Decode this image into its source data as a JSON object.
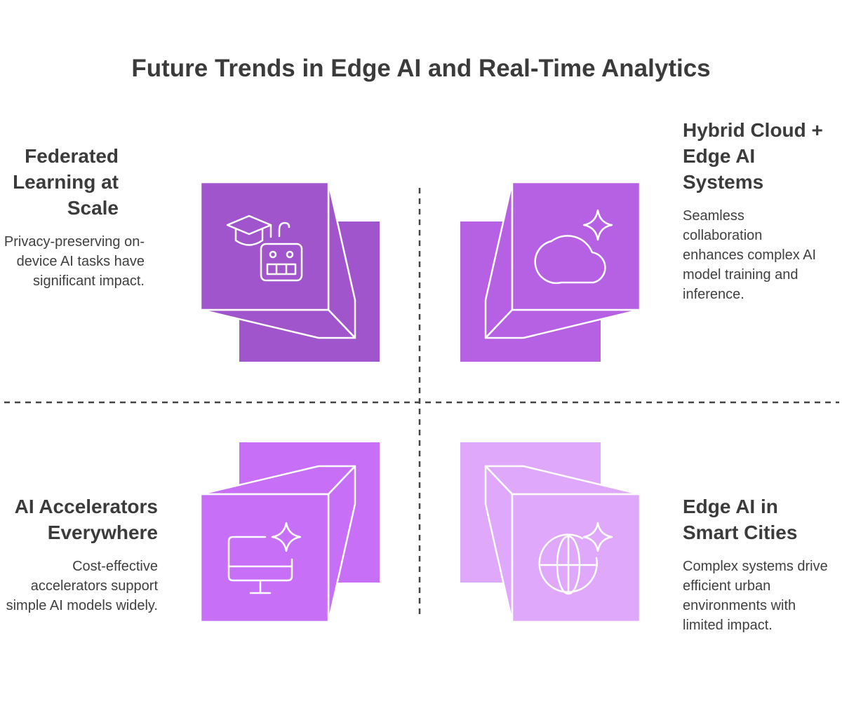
{
  "title": "Future Trends in Edge AI and Real-Time Analytics",
  "colors": {
    "top_left": "#a155cc",
    "top_right": "#b660e4",
    "bottom_left": "#c86ff8",
    "bottom_right": "#e0a8fb",
    "divider": "#444444",
    "text": "#3b3b3b"
  },
  "quadrants": {
    "top_left": {
      "title": "Federated Learning at Scale",
      "title_lines": [
        "Federated",
        "Learning at",
        "Scale"
      ],
      "description": "Privacy-preserving on-device AI tasks have significant impact.",
      "icon": "graduation-cap-robot-icon"
    },
    "top_right": {
      "title": "Hybrid Cloud + Edge AI Systems",
      "title_lines": [
        "Hybrid Cloud +",
        "Edge AI",
        "Systems"
      ],
      "description": "Seamless collaboration enhances complex AI model training and inference.",
      "icon": "cloud-sparkle-icon"
    },
    "bottom_left": {
      "title": "AI Accelerators Everywhere",
      "title_lines": [
        "AI Accelerators",
        "Everywhere"
      ],
      "description": "Cost-effective accelerators support simple AI models widely.",
      "icon": "monitor-sparkle-icon"
    },
    "bottom_right": {
      "title": "Edge AI in Smart Cities",
      "title_lines": [
        "Edge AI in",
        "Smart Cities"
      ],
      "description": "Complex systems drive efficient urban environments with limited impact.",
      "icon": "globe-sparkle-icon"
    }
  }
}
